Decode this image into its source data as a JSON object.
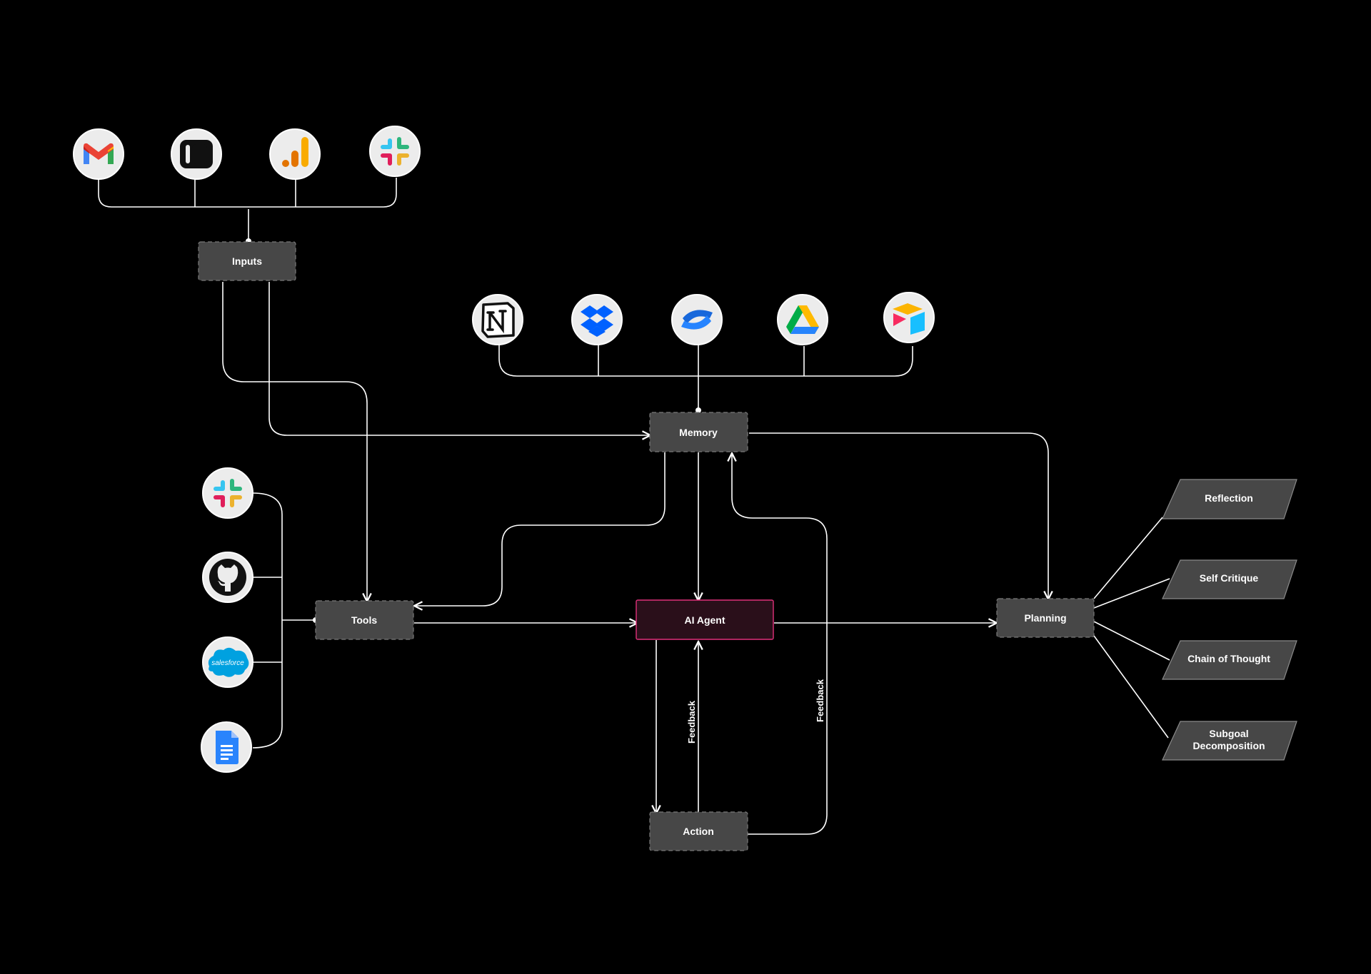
{
  "nodes": {
    "inputs": "Inputs",
    "memory": "Memory",
    "tools": "Tools",
    "agent": "AI Agent",
    "planning": "Planning",
    "action": "Action"
  },
  "edge_labels": {
    "feedback_action_agent": "Feedback",
    "feedback_action_memory": "Feedback"
  },
  "planning_methods": {
    "reflection": "Reflection",
    "self_critique": "Self Critique",
    "chain_of_thought": "Chain of Thought",
    "subgoal_line1": "Subgoal",
    "subgoal_line2": "Decomposition"
  },
  "logos": {
    "salesforce_text": "salesforce"
  },
  "icons": {
    "inputs": [
      "gmail-icon",
      "intercom-icon",
      "google-analytics-icon",
      "slack-icon"
    ],
    "memory": [
      "notion-icon",
      "dropbox-icon",
      "confluence-icon",
      "google-drive-icon",
      "airtable-icon"
    ],
    "tools": [
      "slack-icon",
      "github-icon",
      "salesforce-icon",
      "google-docs-icon"
    ]
  },
  "colors": {
    "background": "#000000",
    "node_fill": "#474747",
    "agent_border": "#e0307a",
    "agent_fill": "#2a0f1a",
    "line": "#ffffff"
  }
}
